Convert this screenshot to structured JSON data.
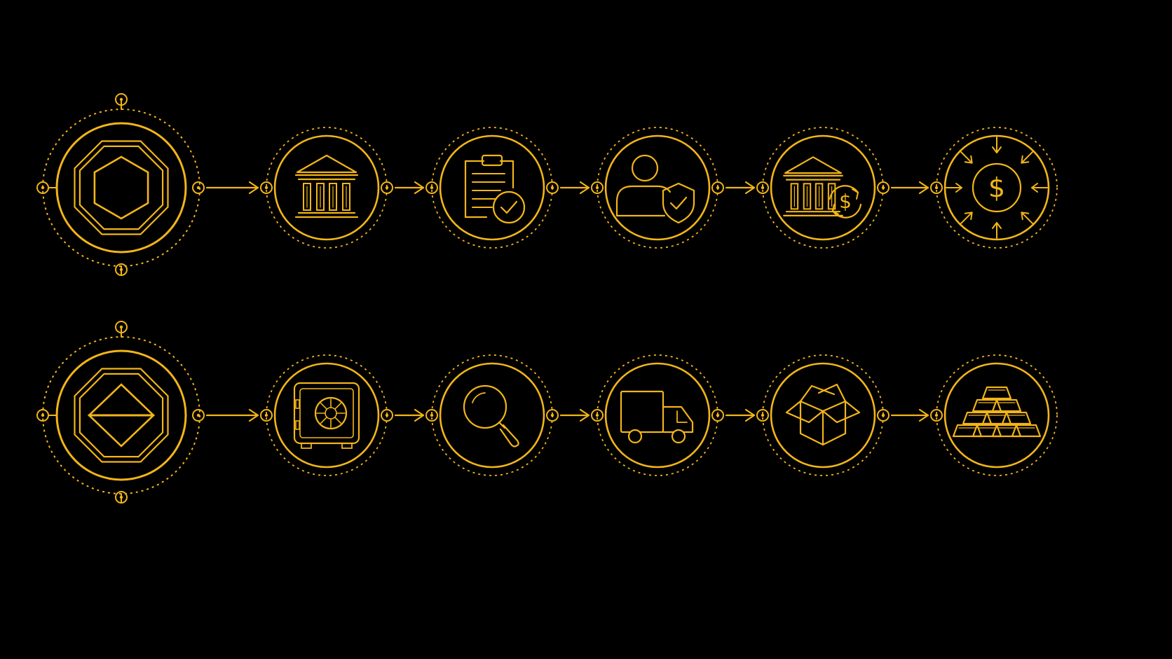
{
  "colors": {
    "background": "#000000",
    "accent": "#F2B519",
    "accent_soft": "#D99A0E"
  },
  "flows": [
    {
      "name": "flow-row-1",
      "steps": [
        {
          "kind": "hub",
          "icon": "hexagon-token-icon"
        },
        {
          "kind": "step",
          "icon": "bank-icon"
        },
        {
          "kind": "step",
          "icon": "clipboard-check-icon"
        },
        {
          "kind": "step",
          "icon": "user-shield-icon"
        },
        {
          "kind": "step",
          "icon": "bank-dollar-cycle-icon"
        },
        {
          "kind": "step",
          "icon": "dollar-inflow-icon"
        }
      ]
    },
    {
      "name": "flow-row-2",
      "steps": [
        {
          "kind": "hub",
          "icon": "diamond-token-icon"
        },
        {
          "kind": "step",
          "icon": "safe-vault-icon"
        },
        {
          "kind": "step",
          "icon": "magnifier-icon"
        },
        {
          "kind": "step",
          "icon": "delivery-truck-icon"
        },
        {
          "kind": "step",
          "icon": "open-box-icon"
        },
        {
          "kind": "step",
          "icon": "gold-bars-icon"
        }
      ]
    }
  ]
}
